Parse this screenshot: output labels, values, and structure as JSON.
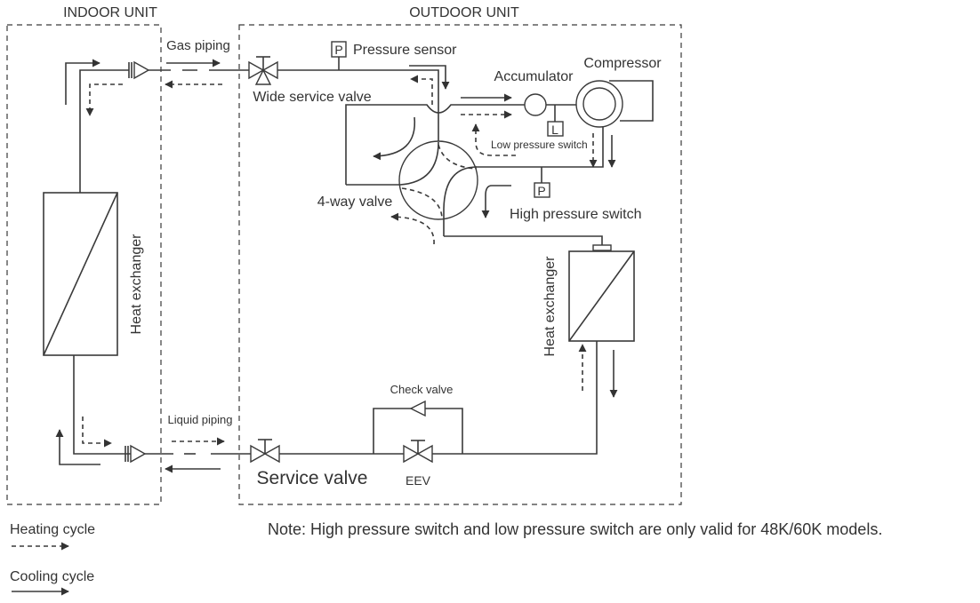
{
  "diagram": {
    "type": "refrigerant-cycle-diagram",
    "regions": {
      "indoor_unit": "INDOOR UNIT",
      "outdoor_unit": "OUTDOOR UNIT"
    },
    "piping": {
      "gas": "Gas piping",
      "liquid": "Liquid piping"
    },
    "components": {
      "pressure_sensor": "Pressure  sensor",
      "pressure_sensor_symbol": "P",
      "wide_service_valve": "Wide service valve",
      "accumulator": "Accumulator",
      "compressor": "Compressor",
      "low_pressure_switch": "Low pressure switch",
      "low_pressure_switch_symbol": "L",
      "four_way_valve": "4-way valve",
      "high_pressure_switch": "High pressure switch",
      "high_pressure_switch_symbol": "P",
      "indoor_heat_exchanger": "Heat exchanger",
      "outdoor_heat_exchanger": "Heat exchanger",
      "check_valve": "Check valve",
      "service_valve": "Service valve",
      "eev": "EEV"
    },
    "legend": {
      "heating": "Heating cycle",
      "cooling": "Cooling cycle"
    },
    "note": "Note: High pressure switch and low pressure switch are only valid for 48K/60K models."
  }
}
